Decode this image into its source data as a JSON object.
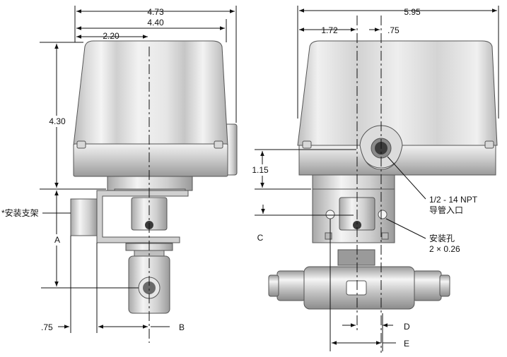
{
  "dimensions": {
    "left_overall_width": "4.73",
    "left_cover_width": "4.40",
    "left_center_offset": "2.20",
    "left_height": "4.30",
    "right_overall_width": "5.95",
    "right_center_offset": "1.72",
    "right_conduit_offset": ".75",
    "right_height": "1.15",
    "bracket_offset": ".75"
  },
  "labels": {
    "a": "A",
    "b": "B",
    "c": "C",
    "d": "D",
    "e": "E",
    "bracket": "*安装支架",
    "conduit_line1": "1/2 - 14 NPT",
    "conduit_line2": "导管入口",
    "mount_line1": "安装孔",
    "mount_line2": "2 × 0.26"
  },
  "colors": {
    "metal_light": "#ececec",
    "metal_mid": "#c9c9c9",
    "metal_dark": "#8a8a8a",
    "outline": "#555555"
  }
}
